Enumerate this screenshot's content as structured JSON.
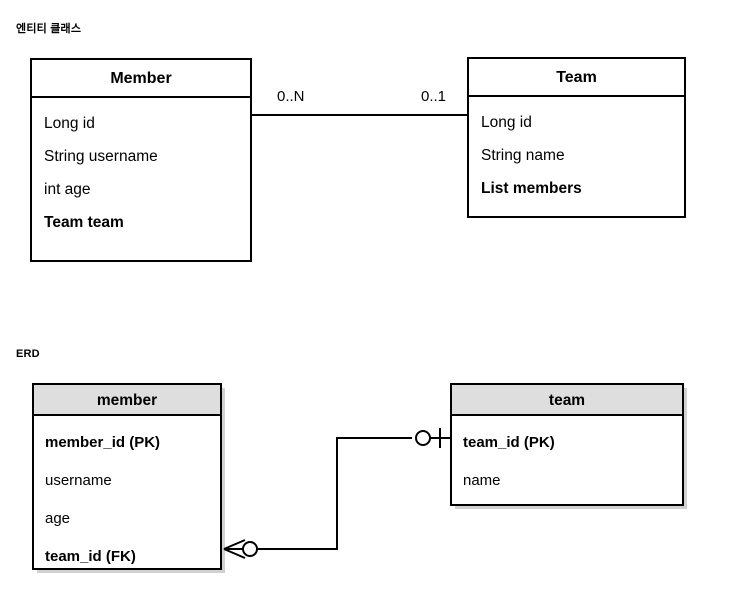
{
  "sections": [
    {
      "id": "entity-class",
      "caption": "엔티티 클래스"
    },
    {
      "id": "erd",
      "caption": "ERD"
    }
  ],
  "uml": {
    "classes": [
      {
        "name": "Member",
        "attributes": [
          {
            "text": "Long id",
            "bold": false
          },
          {
            "text": "String username",
            "bold": false
          },
          {
            "text": "int age",
            "bold": false
          },
          {
            "text": "Team team",
            "bold": true
          }
        ]
      },
      {
        "name": "Team",
        "attributes": [
          {
            "text": "Long id",
            "bold": false
          },
          {
            "text": "String name",
            "bold": false
          },
          {
            "text": "List members",
            "bold": true
          }
        ]
      }
    ],
    "association": {
      "source_multiplicity": "0..N",
      "target_multiplicity": "0..1"
    }
  },
  "erd": {
    "entities": [
      {
        "name": "member",
        "columns": [
          {
            "text": "member_id (PK)",
            "bold": true
          },
          {
            "text": "username",
            "bold": false
          },
          {
            "text": "age",
            "bold": false
          },
          {
            "text": "team_id (FK)",
            "bold": true
          }
        ]
      },
      {
        "name": "team",
        "columns": [
          {
            "text": "team_id (PK)",
            "bold": true
          },
          {
            "text": "name",
            "bold": false
          }
        ]
      }
    ],
    "relationship": {
      "member_side_notation": "zero-or-many-crows-foot",
      "team_side_notation": "zero-or-one"
    }
  },
  "colors": {
    "stroke": "#000000",
    "entity_header_fill": "#dedede",
    "box_fill": "#ffffff",
    "page_background": "#ffffff"
  }
}
